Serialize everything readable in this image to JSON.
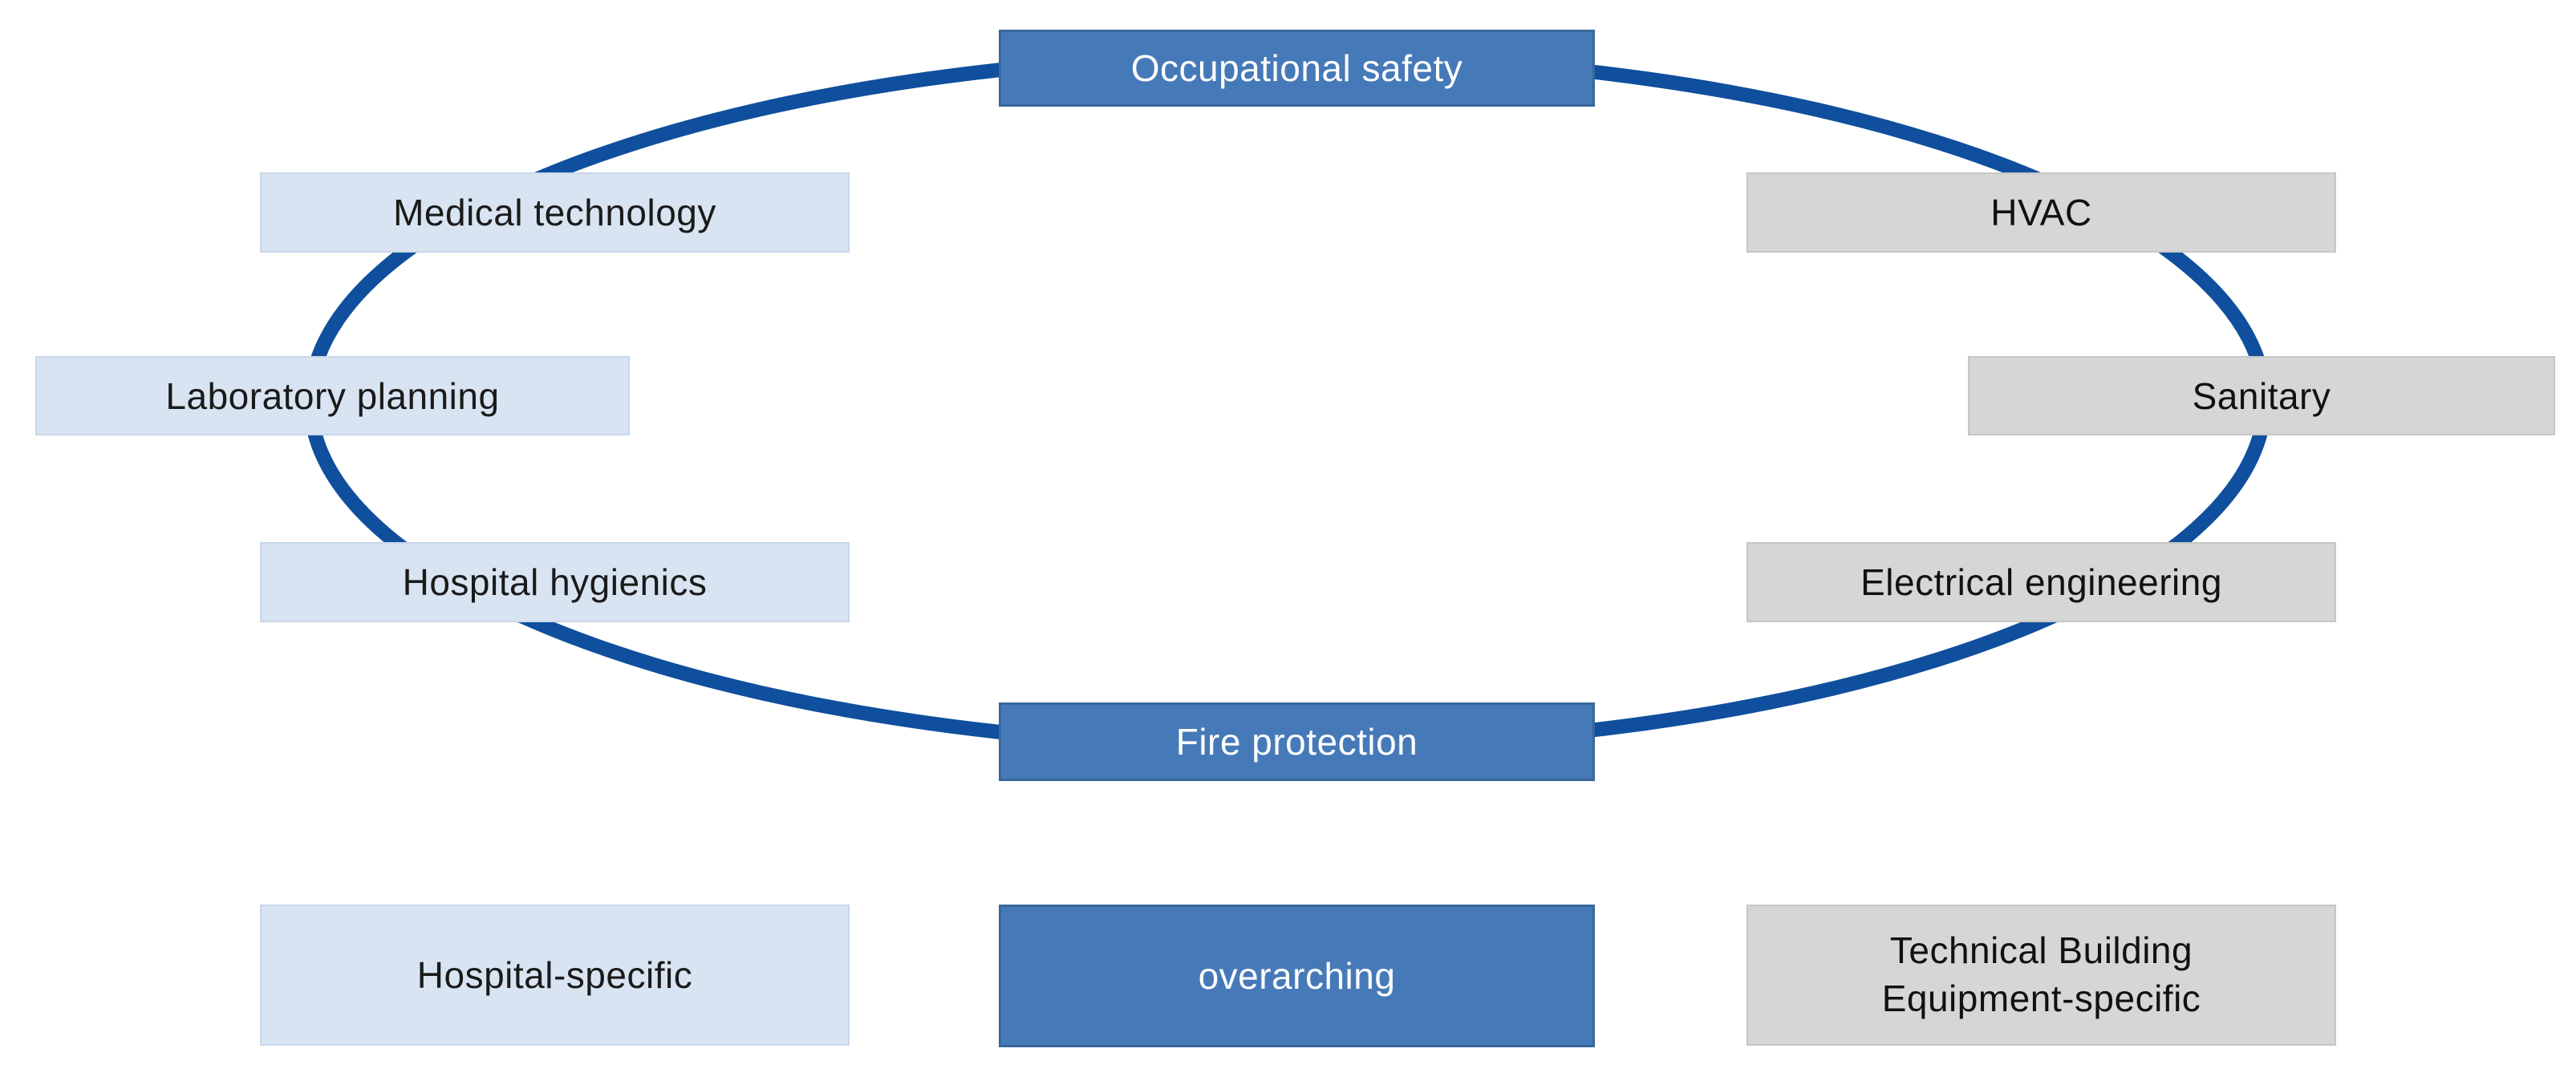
{
  "diagram": {
    "description_colors": {
      "overarching_fill": "#4679b8",
      "overarching_border": "#38679b",
      "hospital_specific_fill": "#d9e4f2",
      "tbe_specific_fill": "#d6d6d6",
      "ellipse_stroke": "#0f4f9d",
      "dark_text": "#1a1a1a",
      "light_text": "#ffffff"
    },
    "nodes": {
      "occupational_safety": "Occupational safety",
      "medical_technology": "Medical technology",
      "laboratory_planning": "Laboratory planning",
      "hospital_hygienics": "Hospital hygienics",
      "hvac": "HVAC",
      "sanitary": "Sanitary",
      "electrical_engineering": "Electrical engineering",
      "fire_protection": "Fire protection"
    },
    "legend": {
      "hospital_specific": "Hospital-specific",
      "overarching": "overarching",
      "tbe_specific": "Technical Building\nEquipment-specific"
    }
  }
}
